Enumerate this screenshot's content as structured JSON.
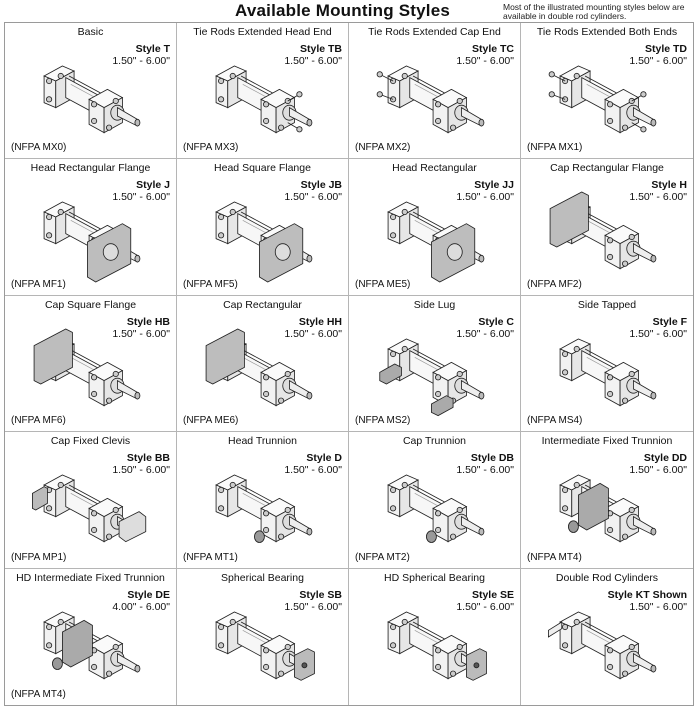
{
  "header": {
    "title": "Available Mounting Styles",
    "note": "Most of the illustrated mounting styles below are available in double rod cylinders."
  },
  "cells": [
    {
      "name": "Basic",
      "style": "Style T",
      "range": "1.50\" - 6.00\"",
      "nfpa": "(NFPA MX0)",
      "variant": "basic"
    },
    {
      "name": "Tie Rods Extended Head End",
      "style": "Style TB",
      "range": "1.50\" - 6.00\"",
      "nfpa": "(NFPA MX3)",
      "variant": "tb"
    },
    {
      "name": "Tie Rods Extended Cap End",
      "style": "Style TC",
      "range": "1.50\" - 6.00\"",
      "nfpa": "(NFPA MX2)",
      "variant": "tc"
    },
    {
      "name": "Tie Rods Extended Both Ends",
      "style": "Style TD",
      "range": "1.50\" - 6.00\"",
      "nfpa": "(NFPA MX1)",
      "variant": "td"
    },
    {
      "name": "Head Rectangular Flange",
      "style": "Style J",
      "range": "1.50\" - 6.00\"",
      "nfpa": "(NFPA MF1)",
      "variant": "headflange"
    },
    {
      "name": "Head Square Flange",
      "style": "Style JB",
      "range": "1.50\" - 6.00\"",
      "nfpa": "(NFPA MF5)",
      "variant": "headflange"
    },
    {
      "name": "Head Rectangular",
      "style": "Style JJ",
      "range": "1.50\" - 6.00\"",
      "nfpa": "(NFPA ME5)",
      "variant": "headflange"
    },
    {
      "name": "Cap Rectangular Flange",
      "style": "Style H",
      "range": "1.50\" - 6.00\"",
      "nfpa": "(NFPA MF2)",
      "variant": "capflange"
    },
    {
      "name": "Cap Square Flange",
      "style": "Style HB",
      "range": "1.50\" - 6.00\"",
      "nfpa": "(NFPA MF6)",
      "variant": "capflange"
    },
    {
      "name": "Cap Rectangular",
      "style": "Style HH",
      "range": "1.50\" - 6.00\"",
      "nfpa": "(NFPA ME6)",
      "variant": "capflange"
    },
    {
      "name": "Side Lug",
      "style": "Style C",
      "range": "1.50\" - 6.00\"",
      "nfpa": "(NFPA MS2)",
      "variant": "sidelug"
    },
    {
      "name": "Side Tapped",
      "style": "Style F",
      "range": "1.50\" - 6.00\"",
      "nfpa": "(NFPA MS4)",
      "variant": "basic"
    },
    {
      "name": "Cap Fixed Clevis",
      "style": "Style BB",
      "range": "1.50\" - 6.00\"",
      "nfpa": "(NFPA MP1)",
      "variant": "clevis"
    },
    {
      "name": "Head Trunnion",
      "style": "Style D",
      "range": "1.50\" - 6.00\"",
      "nfpa": "(NFPA MT1)",
      "variant": "trunnion"
    },
    {
      "name": "Cap Trunnion",
      "style": "Style DB",
      "range": "1.50\" - 6.00\"",
      "nfpa": "(NFPA MT2)",
      "variant": "trunnion"
    },
    {
      "name": "Intermediate Fixed Trunnion",
      "style": "Style DD",
      "range": "1.50\" - 6.00\"",
      "nfpa": "(NFPA MT4)",
      "variant": "midtrunnion"
    },
    {
      "name": "HD Intermediate Fixed Trunnion",
      "style": "Style DE",
      "range": "4.00\" - 6.00\"",
      "nfpa": "(NFPA MT4)",
      "variant": "midtrunnion"
    },
    {
      "name": "Spherical Bearing",
      "style": "Style SB",
      "range": "1.50\" - 6.00\"",
      "nfpa": "",
      "variant": "spherical"
    },
    {
      "name": "HD Spherical Bearing",
      "style": "Style SE",
      "range": "1.50\" - 6.00\"",
      "nfpa": "",
      "variant": "spherical"
    },
    {
      "name": "Double Rod Cylinders",
      "style": "Style KT Shown",
      "range": "1.50\" - 6.00\"",
      "nfpa": "",
      "variant": "double"
    }
  ]
}
